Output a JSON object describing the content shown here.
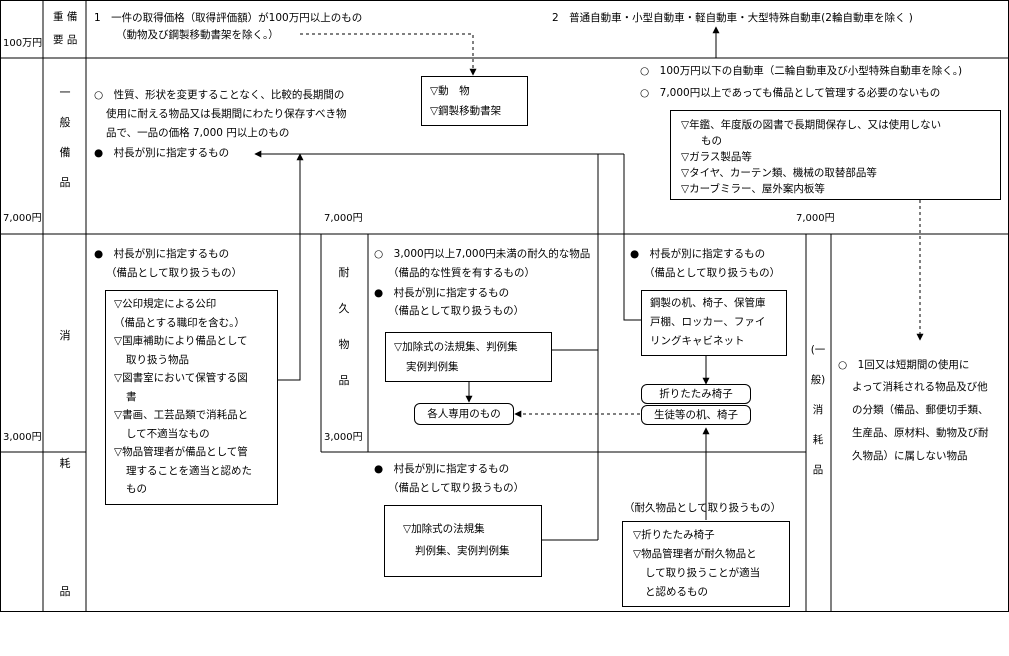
{
  "header": {
    "col1": "重 備",
    "col2": "要 品",
    "amount_100man": "100万円",
    "item1": "1　一件の取得価格（取得評価額）が100万円以上のもの",
    "item1_sub": "（動物及び鋼製移動書架を除く。）",
    "item2": "2　普通自動車・小型自動車・軽自動車・大型特殊自動車(2輪自動車を除く )"
  },
  "row_labels": {
    "ippan_bihin": "一般備品",
    "shomou_hin": "消耗品",
    "taikyuu_buppin": "耐久物品",
    "ippan_shomou": "(一般)消耗品"
  },
  "amounts": {
    "y7000_left": "7,000円",
    "y7000_mid": "7,000円",
    "y7000_right": "7,000円",
    "y3000_left": "3,000円",
    "y3000_mid": "3,000円"
  },
  "ippan_bihin": {
    "line1": "○　性質、形状を変更することなく、比較的長期間の",
    "line2": "使用に耐える物品又は長期間にわたり保存すべき物",
    "line3": "品で、一品の価格 7,000 円以上のもの",
    "line4": "●　村長が別に指定するもの"
  },
  "box_doubutsu": {
    "line1": "▽動　物",
    "line2": "▽鋼製移動書架"
  },
  "vehicles": {
    "line1": "○　100万円以下の自動車（二輪自動車及び小型特殊自動車を除く。)",
    "line2": "○　7,000円以上であっても備品として管理する必要のないもの"
  },
  "box_exclusions": {
    "line1": "▽年鑑、年度版の図書で長期間保存し、又は使用しない",
    "line2": "もの",
    "line3": "▽ガラス製品等",
    "line4": "▽タイヤ、カーテン類、機械の取替部品等",
    "line5": "▽カーブミラー、屋外案内板等"
  },
  "shomou_left": {
    "line1": "●　村長が別に指定するもの",
    "line2": "（備品として取り扱うもの）"
  },
  "box_koin": {
    "line1": "▽公印規定による公印",
    "line2": "（備品とする職印を含む。）",
    "line3": "▽国庫補助により備品として",
    "line4": "取り扱う物品",
    "line5": "▽図書室において保管する図",
    "line6": "書",
    "line7": "▽書画、工芸品類で消耗品と",
    "line8": "して不適当なもの",
    "line9": "▽物品管理者が備品として管",
    "line10": "理することを適当と認めた",
    "line11": "もの"
  },
  "taikyuu": {
    "line1": "○　3,000円以上7,000円未満の耐久的な物品",
    "line2": "（備品的な性質を有するもの）",
    "line3": "●　村長が別に指定するもの",
    "line4": "（備品として取り扱うもの）"
  },
  "box_kajo1": {
    "line1": "▽加除式の法規集、判例集",
    "line2": "実例判例集"
  },
  "box_kakujin": "各人専用のもの",
  "right_shitei": {
    "line1": "●　村長が別に指定するもの",
    "line2": "（備品として取り扱うもの）"
  },
  "box_kouseitsukue": {
    "line1": "鋼製の机、椅子、保管庫",
    "line2": "戸棚、ロッカー、ファイ",
    "line3": "リングキャビネット"
  },
  "box_oritatami": "折りたたみ椅子",
  "box_seito": "生徒等の机、椅子",
  "shomou_def": {
    "line1": "○　1回又は短期間の使用に",
    "line2": "よって消耗される物品及び他",
    "line3": "の分類（備品、郵便切手類、",
    "line4": "生産品、原材料、動物及び耐",
    "line5": "久物品）に属しない物品"
  },
  "lower_mid": {
    "line1": "●　村長が別に指定するもの",
    "line2": "（備品として取り扱うもの）"
  },
  "box_kajo2": {
    "line1": "▽加除式の法規集",
    "line2": "判例集、実例判例集"
  },
  "lower_right_label": "（耐久物品として取り扱うもの）",
  "box_oritatami2": {
    "line1": "▽折りたたみ椅子",
    "line2": "▽物品管理者が耐久物品と",
    "line3": "して取り扱うことが適当",
    "line4": "と認めるもの"
  }
}
